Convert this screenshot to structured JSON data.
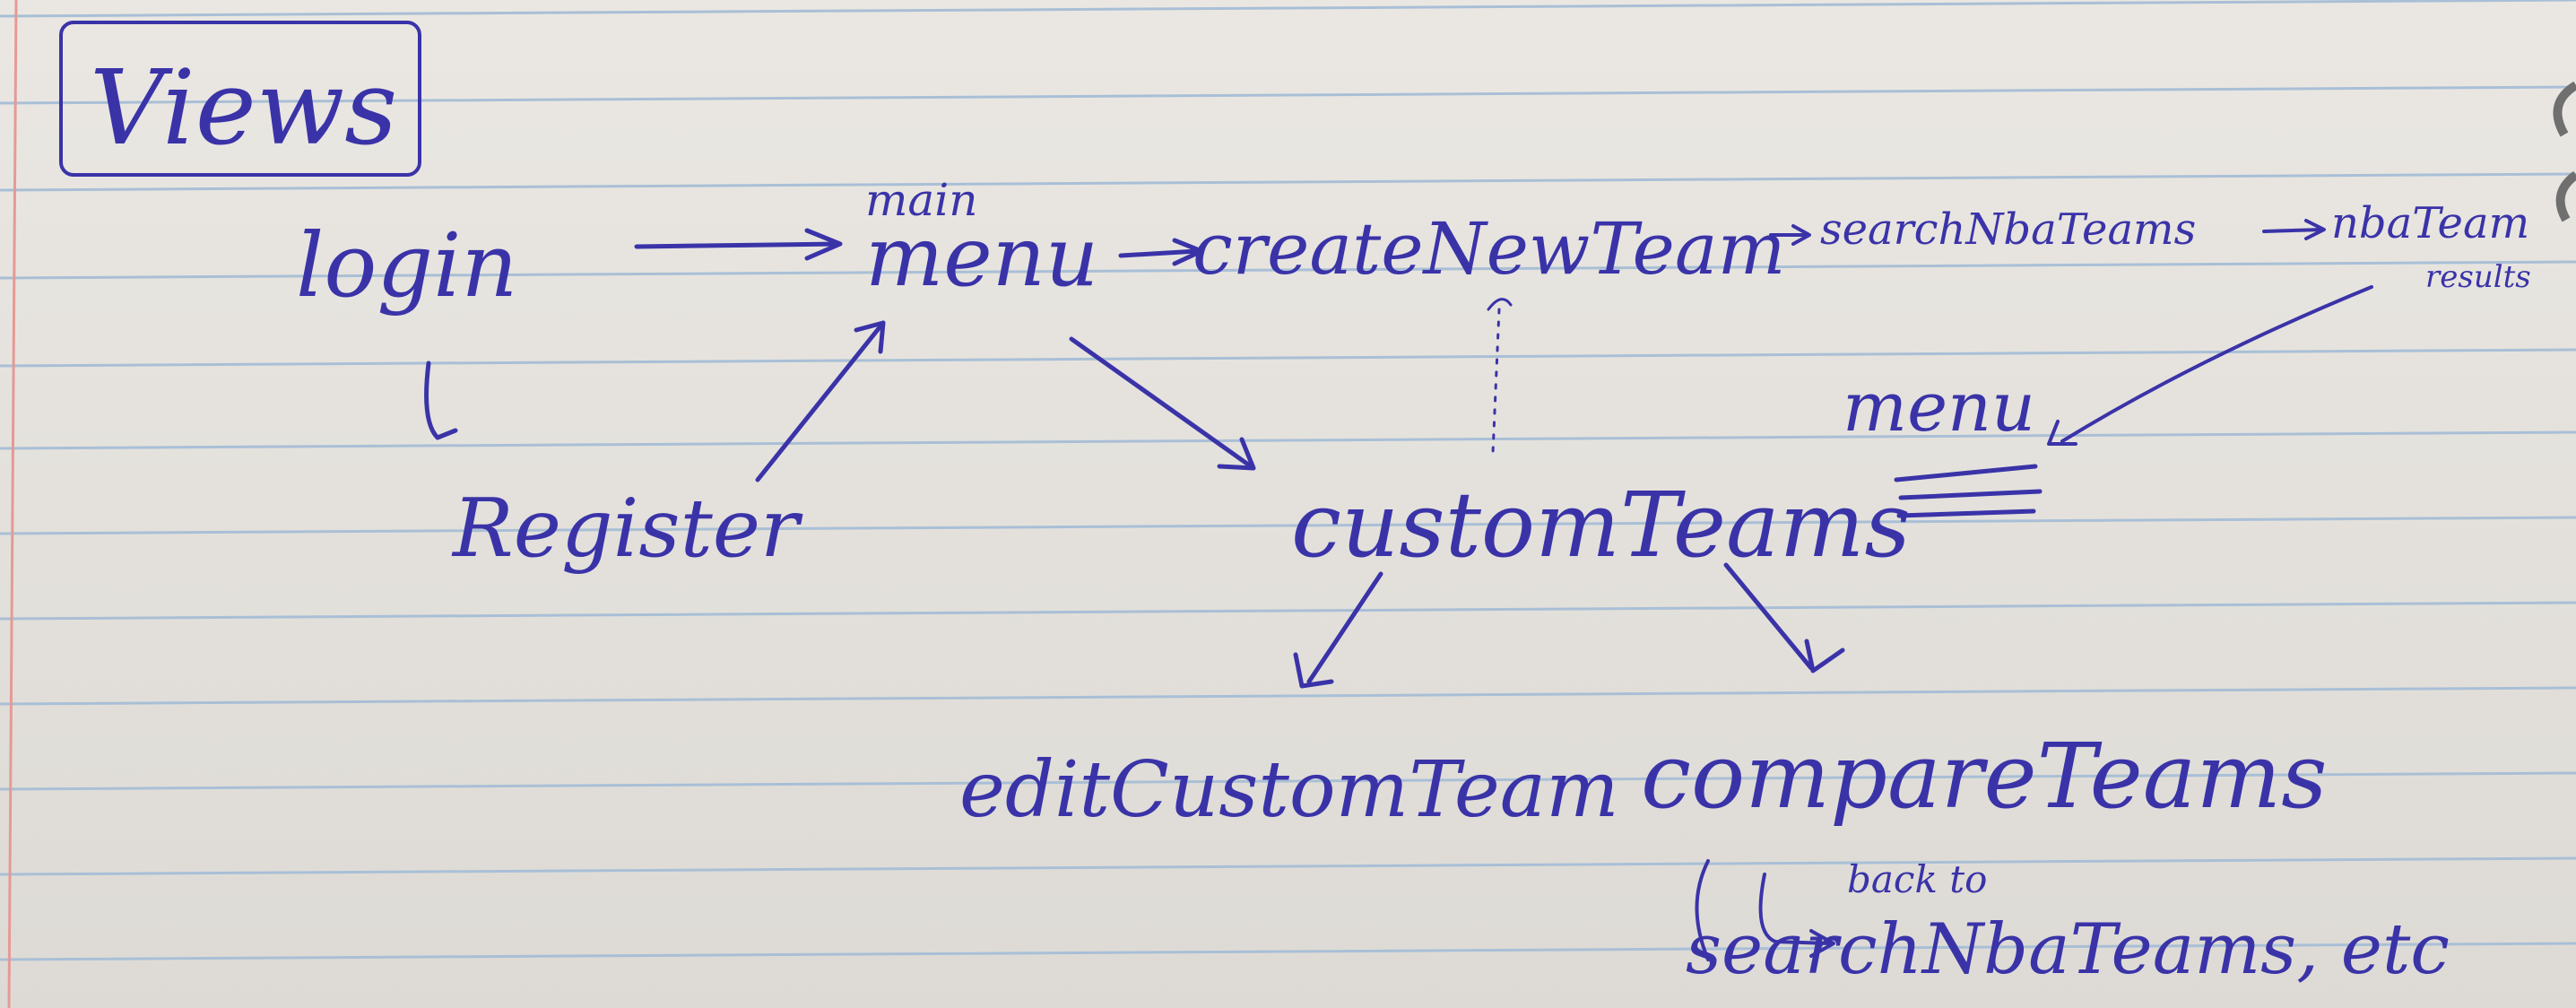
{
  "colors": {
    "paper": "#e9e6e1",
    "rule_line": "#a9bfd6",
    "margin_line": "#e59a95",
    "ink": "#3a33a8",
    "spiral": "#6f6f6f"
  },
  "title": "Views",
  "nodes": {
    "login": "login",
    "register": "Register",
    "main_label": "main",
    "menu": "menu",
    "create_new_team": "createNewTeam",
    "search_nba_teams": "searchNbaTeams",
    "nba_team": "nbaTeam",
    "results": "results",
    "menu_edited": "menu",
    "custom_teams": "customTeams",
    "edit_custom_team": "editCustomTeam",
    "compare_teams": "compareTeams",
    "back_to": "back to",
    "search_etc": "searchNbaTeams, etc"
  },
  "edges": [
    "login → menu",
    "login ↳ register",
    "register → menu",
    "menu → createNewTeam",
    "createNewTeam → searchNbaTeams",
    "searchNbaTeams → nbaTeam",
    "menu → customTeams",
    "createNewTeam ⋯ customTeams",
    "nbaTeam results → menu",
    "customTeams → editCustomTeam",
    "customTeams → compareTeams"
  ]
}
